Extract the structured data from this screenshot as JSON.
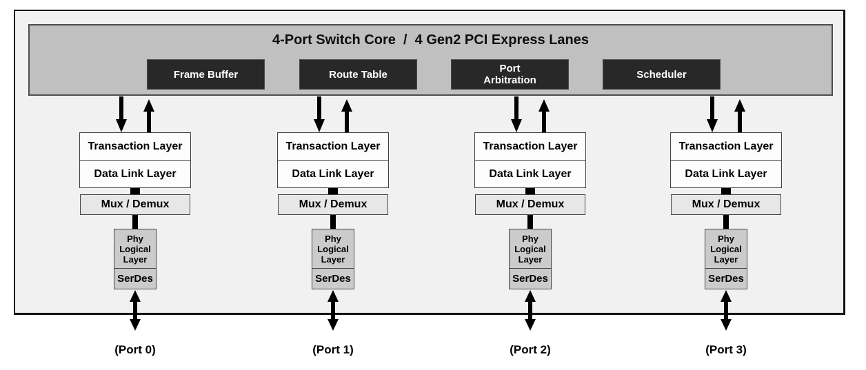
{
  "diagram": {
    "core": {
      "title": "4-Port Switch Core  /  4 Gen2 PCI Express Lanes",
      "blocks": [
        {
          "label": "Frame Buffer"
        },
        {
          "label": "Route Table"
        },
        {
          "label": "Port\nArbitration"
        },
        {
          "label": "Scheduler"
        }
      ]
    },
    "layer_stack": {
      "transaction": "Transaction Layer",
      "data_link": "Data Link Layer",
      "mux_demux": "Mux / Demux",
      "phy": "Phy\nLogical\nLayer",
      "serdes": "SerDes"
    },
    "ports": [
      {
        "label": "(Port 0)"
      },
      {
        "label": "(Port 1)"
      },
      {
        "label": "(Port 2)"
      },
      {
        "label": "(Port 3)"
      }
    ],
    "colors": {
      "core_fill": "#c0c0c0",
      "core_border": "#4d4d4d",
      "core_block_fill": "#282828",
      "core_block_text": "#ffffff",
      "outer_fill": "#f1f1f1",
      "outer_border": "#141414",
      "layer_fill": "#fdfdfd",
      "mux_fill": "#e7e7e7",
      "phy_fill": "#cbcbcb",
      "box_border": "#424242",
      "arrow": "#000000",
      "text": "#000000",
      "page_bg": "#ffffff"
    }
  }
}
